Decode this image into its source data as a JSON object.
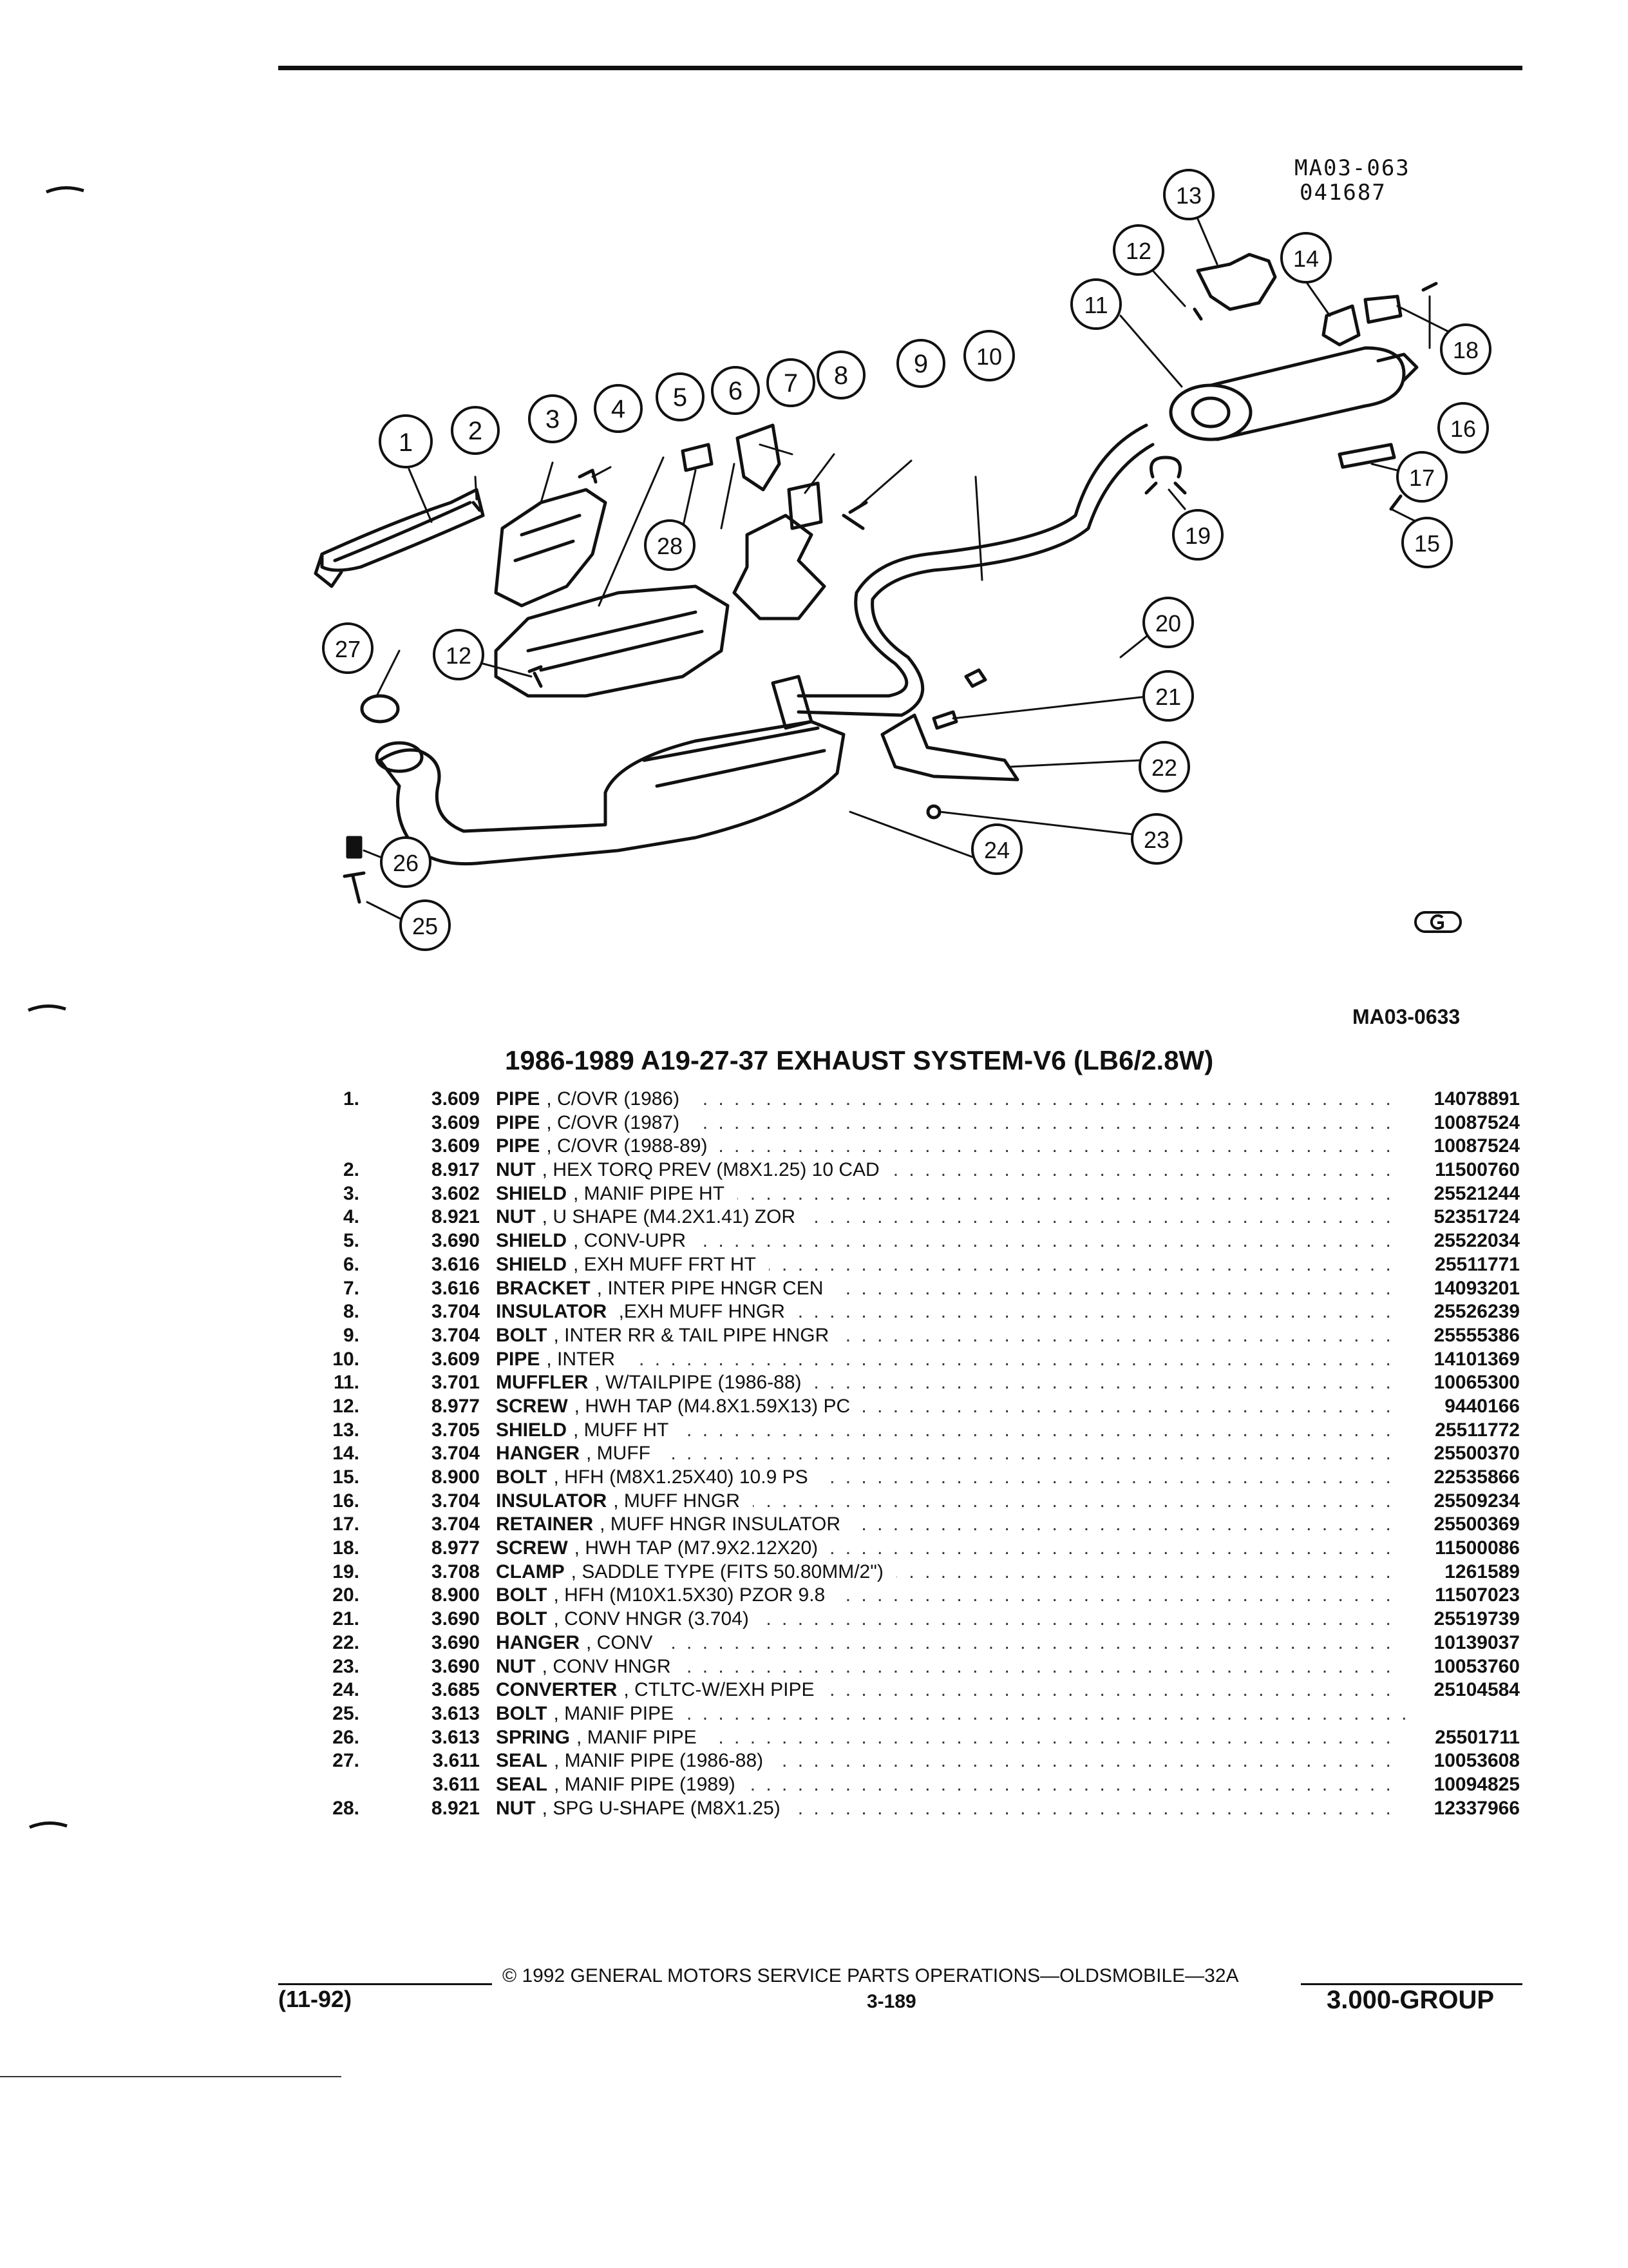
{
  "diagram": {
    "code_top": [
      "MA03-063",
      "041687"
    ],
    "callouts": [
      "1",
      "2",
      "3",
      "4",
      "5",
      "6",
      "7",
      "8",
      "9",
      "10",
      "11",
      "12",
      "13",
      "14",
      "15",
      "16",
      "17",
      "18",
      "19",
      "20",
      "21",
      "22",
      "23",
      "24",
      "25",
      "26",
      "27",
      "28",
      "12"
    ],
    "ref_code": "MA03-0633"
  },
  "section": {
    "title": "1986-1989 A19-27-37 EXHAUST SYSTEM-V6 (LB6/2.8W)"
  },
  "parts": [
    {
      "no": "1.",
      "group": "3.609",
      "name": "PIPE",
      "spec": ", C/OVR (1986)",
      "part": "14078891"
    },
    {
      "no": "",
      "group": "3.609",
      "name": "PIPE",
      "spec": ", C/OVR (1987)",
      "part": "10087524"
    },
    {
      "no": "",
      "group": "3.609",
      "name": "PIPE",
      "spec": ", C/OVR (1988-89)",
      "part": "10087524"
    },
    {
      "no": "2.",
      "group": "8.917",
      "name": "NUT",
      "spec": ", HEX TORQ PREV (M8X1.25) 10 CAD",
      "part": "11500760"
    },
    {
      "no": "3.",
      "group": "3.602",
      "name": "SHIELD",
      "spec": ", MANIF PIPE HT",
      "part": "25521244"
    },
    {
      "no": "4.",
      "group": "8.921",
      "name": "NUT",
      "spec": ", U SHAPE (M4.2X1.41) ZOR",
      "part": "52351724"
    },
    {
      "no": "5.",
      "group": "3.690",
      "name": "SHIELD",
      "spec": ", CONV-UPR",
      "part": "25522034"
    },
    {
      "no": "6.",
      "group": "3.616",
      "name": "SHIELD",
      "spec": ", EXH MUFF FRT HT",
      "part": "25511771"
    },
    {
      "no": "7.",
      "group": "3.616",
      "name": "BRACKET",
      "spec": ", INTER PIPE HNGR CEN",
      "part": "14093201"
    },
    {
      "no": "8.",
      "group": "3.704",
      "name": "INSULATOR",
      "spec": " ,EXH MUFF HNGR",
      "part": "25526239"
    },
    {
      "no": "9.",
      "group": "3.704",
      "name": "BOLT",
      "spec": ", INTER RR & TAIL PIPE HNGR",
      "part": "25555386"
    },
    {
      "no": "10.",
      "group": "3.609",
      "name": "PIPE",
      "spec": ", INTER",
      "part": "14101369"
    },
    {
      "no": "11.",
      "group": "3.701",
      "name": "MUFFLER",
      "spec": ", W/TAILPIPE (1986-88)",
      "part": "10065300"
    },
    {
      "no": "12.",
      "group": "8.977",
      "name": "SCREW",
      "spec": ", HWH TAP (M4.8X1.59X13) PC",
      "part": "9440166"
    },
    {
      "no": "13.",
      "group": "3.705",
      "name": "SHIELD",
      "spec": ", MUFF HT",
      "part": "25511772"
    },
    {
      "no": "14.",
      "group": "3.704",
      "name": "HANGER",
      "spec": ", MUFF",
      "part": "25500370"
    },
    {
      "no": "15.",
      "group": "8.900",
      "name": "BOLT",
      "spec": ", HFH (M8X1.25X40) 10.9 PS",
      "part": "22535866"
    },
    {
      "no": "16.",
      "group": "3.704",
      "name": "INSULATOR",
      "spec": ", MUFF HNGR",
      "part": "25509234"
    },
    {
      "no": "17.",
      "group": "3.704",
      "name": "RETAINER",
      "spec": ", MUFF HNGR INSULATOR",
      "part": "25500369"
    },
    {
      "no": "18.",
      "group": "8.977",
      "name": "SCREW",
      "spec": ", HWH TAP (M7.9X2.12X20)",
      "part": "11500086"
    },
    {
      "no": "19.",
      "group": "3.708",
      "name": "CLAMP",
      "spec": ", SADDLE TYPE (FITS 50.80MM/2\")",
      "part": "1261589"
    },
    {
      "no": "20.",
      "group": "8.900",
      "name": "BOLT",
      "spec": ", HFH (M10X1.5X30) PZOR 9.8",
      "part": "11507023"
    },
    {
      "no": "21.",
      "group": "3.690",
      "name": "BOLT",
      "spec": ", CONV HNGR (3.704)",
      "part": "25519739"
    },
    {
      "no": "22.",
      "group": "3.690",
      "name": "HANGER",
      "spec": ", CONV",
      "part": "10139037"
    },
    {
      "no": "23.",
      "group": "3.690",
      "name": "NUT",
      "spec": ", CONV HNGR",
      "part": "10053760"
    },
    {
      "no": "24.",
      "group": "3.685",
      "name": "CONVERTER",
      "spec": ", CTLTC-W/EXH PIPE",
      "part": "25104584"
    },
    {
      "no": "25.",
      "group": "3.613",
      "name": "BOLT",
      "spec": ", MANIF PIPE",
      "part": ""
    },
    {
      "no": "26.",
      "group": "3.613",
      "name": "SPRING",
      "spec": ", MANIF PIPE",
      "part": "25501711"
    },
    {
      "no": "27.",
      "group": "3.611",
      "name": "SEAL",
      "spec": ", MANIF PIPE (1986-88)",
      "part": "10053608"
    },
    {
      "no": "",
      "group": "3.611",
      "name": "SEAL",
      "spec": ", MANIF PIPE (1989)",
      "part": "10094825"
    },
    {
      "no": "28.",
      "group": "8.921",
      "name": "NUT",
      "spec": ", SPG U-SHAPE (M8X1.25)",
      "part": "12337966"
    }
  ],
  "footer": {
    "copyright": "© 1992 GENERAL MOTORS SERVICE PARTS OPERATIONS—OLDSMOBILE—32A",
    "revision": "(11-92)",
    "page": "3-189",
    "group": "3.000-GROUP"
  }
}
